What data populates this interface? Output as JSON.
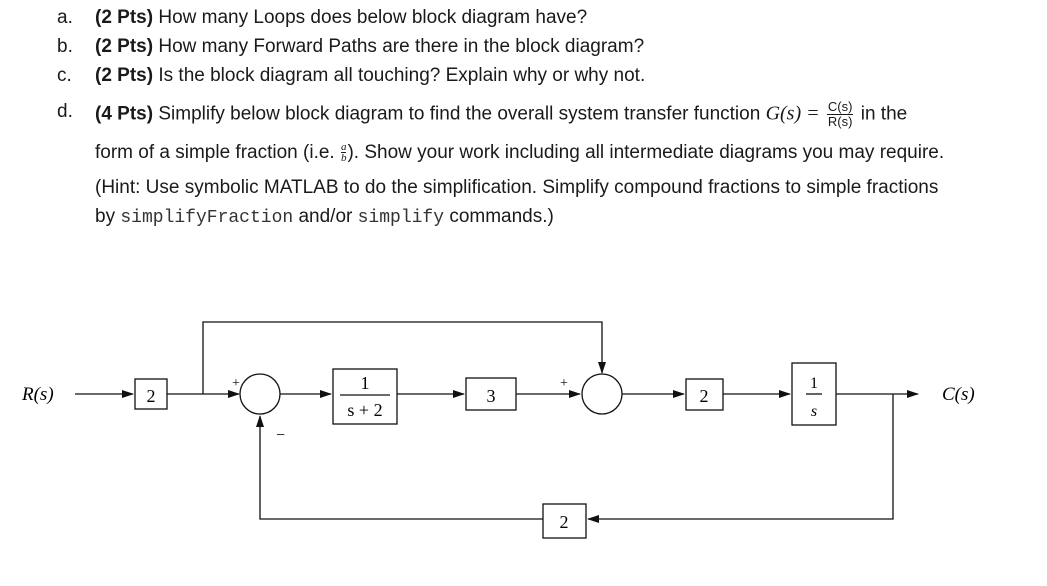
{
  "questions": [
    {
      "label": "a.",
      "points": "(2 Pts)",
      "text": " How many Loops does below block diagram have?"
    },
    {
      "label": "b.",
      "points": "(2 Pts)",
      "text": " How many Forward Paths are there in the block diagram?"
    },
    {
      "label": "c.",
      "points": "(2 Pts)",
      "text": " Is the block diagram all touching? Explain why or why not."
    },
    {
      "label": "d.",
      "points": "(4 Pts)",
      "text": " Simplify below block diagram to find the overall system transfer function ",
      "func": "G(s)",
      "eq": " =",
      "frac_num": "C(s)",
      "frac_den": "R(s)",
      "after": " in the"
    }
  ],
  "d_line2": {
    "pre": "form of a simple fraction (i.e. ",
    "frac_num": "a",
    "frac_den": "b",
    "post": "). Show your work including all intermediate diagrams you may require."
  },
  "d_line3": "(Hint: Use symbolic MATLAB to do the simplification. Simplify compound fractions to simple fractions",
  "d_line4": {
    "pre": "by ",
    "cmd1": "simplifyFraction",
    "mid": " and/or ",
    "cmd2": "simplify",
    "post": " commands.)"
  },
  "diagram": {
    "input": "R(s)",
    "output": "C(s)",
    "gain_in": "2",
    "block1_num": "1",
    "block1_den": "s + 2",
    "block_mid": "3",
    "gain_out": "2",
    "integrator_num": "1",
    "integrator_den": "s",
    "feedback_gain": "2",
    "sum1_plus": "+",
    "sum1_minus": "−",
    "sum2_plus": "+"
  }
}
